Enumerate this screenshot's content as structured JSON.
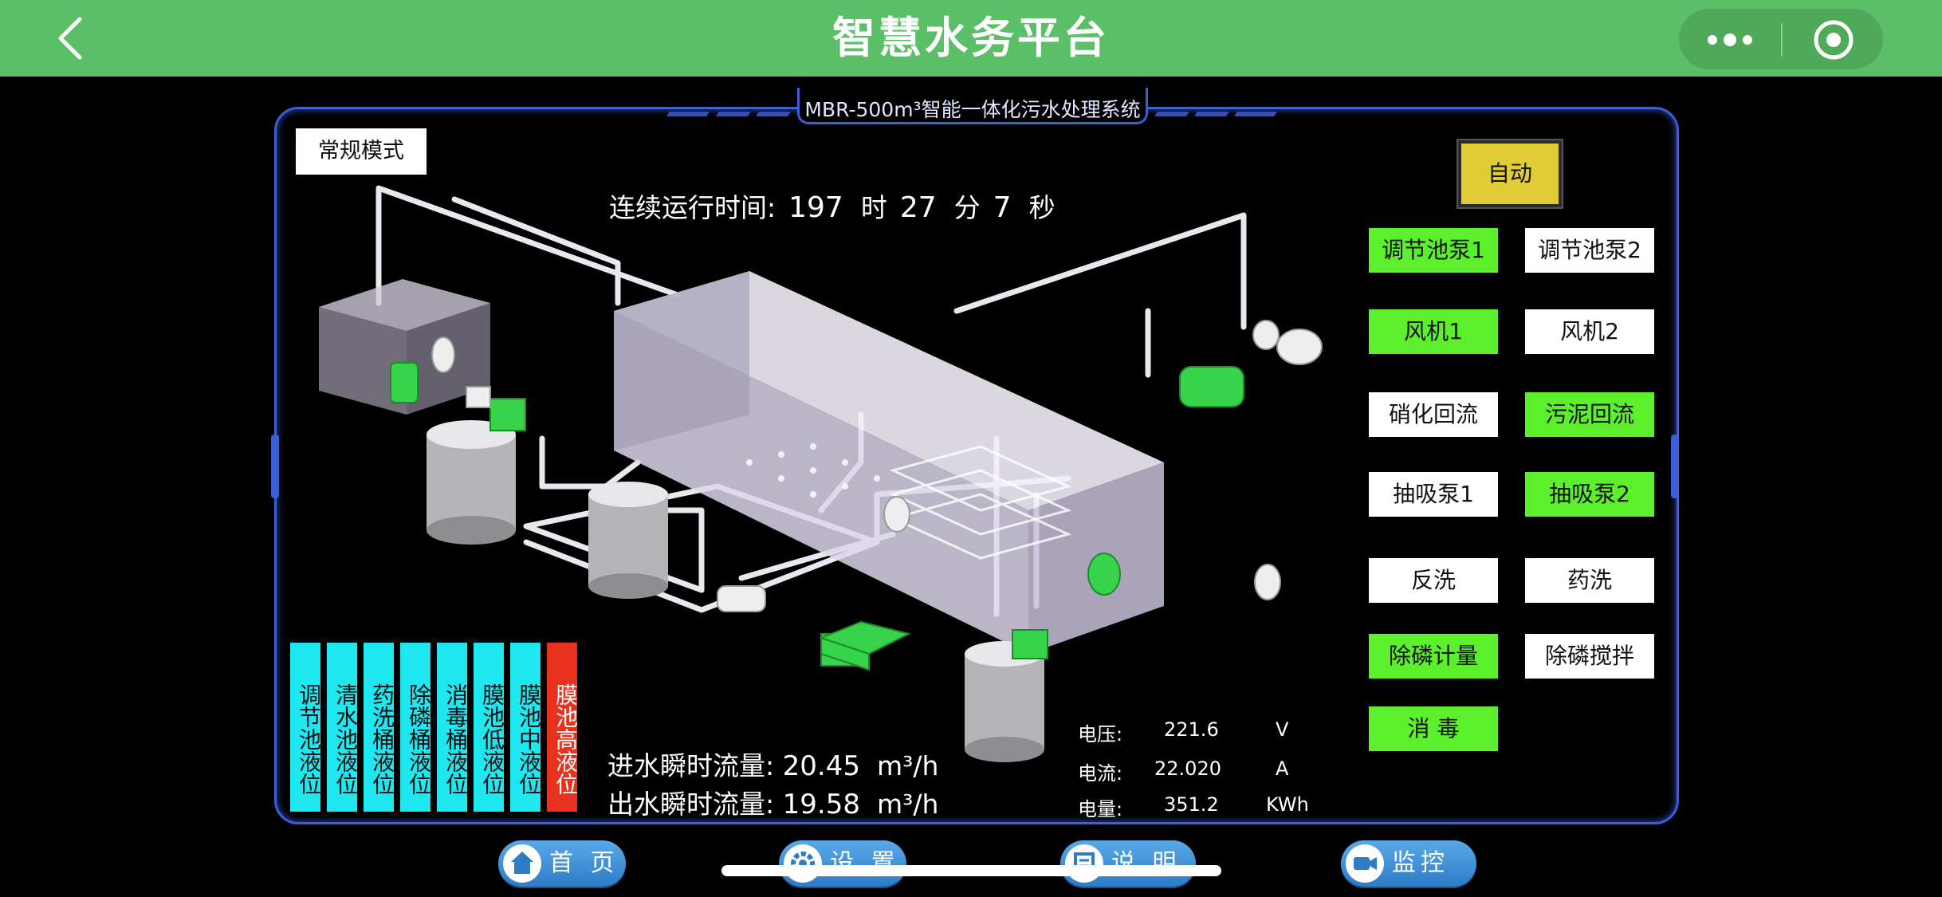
{
  "header": {
    "title": "智慧水务平台"
  },
  "panel": {
    "title": "MBR-500m³智能一体化污水处理系统",
    "mode": "常规模式",
    "auto_label": "自动"
  },
  "runtime": {
    "label": "连续运行时间:",
    "hours": "197",
    "hours_unit": "时",
    "minutes": "27",
    "minutes_unit": "分",
    "seconds": "7",
    "seconds_unit": "秒"
  },
  "controls": [
    {
      "label": "调节池泵1",
      "state": "on"
    },
    {
      "label": "调节池泵2",
      "state": "off"
    },
    {
      "label": "风机1",
      "state": "on"
    },
    {
      "label": "风机2",
      "state": "off"
    },
    {
      "label": "硝化回流",
      "state": "off"
    },
    {
      "label": "污泥回流",
      "state": "on"
    },
    {
      "label": "抽吸泵1",
      "state": "off"
    },
    {
      "label": "抽吸泵2",
      "state": "on"
    },
    {
      "label": "反洗",
      "state": "off"
    },
    {
      "label": "药洗",
      "state": "off"
    },
    {
      "label": "除磷计量",
      "state": "on"
    },
    {
      "label": "除磷搅拌",
      "state": "off"
    },
    {
      "label": "消 毒",
      "state": "on"
    }
  ],
  "levels": [
    {
      "label": "调节池液位",
      "color": "#1fe7f0"
    },
    {
      "label": "清水池液位",
      "color": "#1fe7f0"
    },
    {
      "label": "药洗桶液位",
      "color": "#1fe7f0"
    },
    {
      "label": "除磷桶液位",
      "color": "#1fe7f0"
    },
    {
      "label": "消毒桶液位",
      "color": "#1fe7f0"
    },
    {
      "label": "膜池低液位",
      "color": "#1fe7f0"
    },
    {
      "label": "膜池中液位",
      "color": "#1fe7f0"
    },
    {
      "label": "膜池高液位",
      "color": "#e8321e"
    }
  ],
  "flow": {
    "in_label": "进水瞬时流量:",
    "in_value": "20.45",
    "out_label": "出水瞬时流量:",
    "out_value": "19.58",
    "unit": "m³/h"
  },
  "electric": {
    "voltage_label": "电压:",
    "voltage_value": "221.6",
    "voltage_unit": "V",
    "current_label": "电流:",
    "current_value": "22.020",
    "current_unit": "A",
    "energy_label": "电量:",
    "energy_value": "351.2",
    "energy_unit": "KWh"
  },
  "nav": [
    {
      "label": "首 页",
      "icon": "home-icon"
    },
    {
      "label": "设 置",
      "icon": "settings-icon"
    },
    {
      "label": "说 明",
      "icon": "manual-icon"
    },
    {
      "label": "监控",
      "icon": "camera-icon"
    }
  ],
  "colors": {
    "topbar": "#5abf66",
    "frame": "#3a5fd8",
    "active": "#5cf02c",
    "auto": "#e0cd36"
  }
}
